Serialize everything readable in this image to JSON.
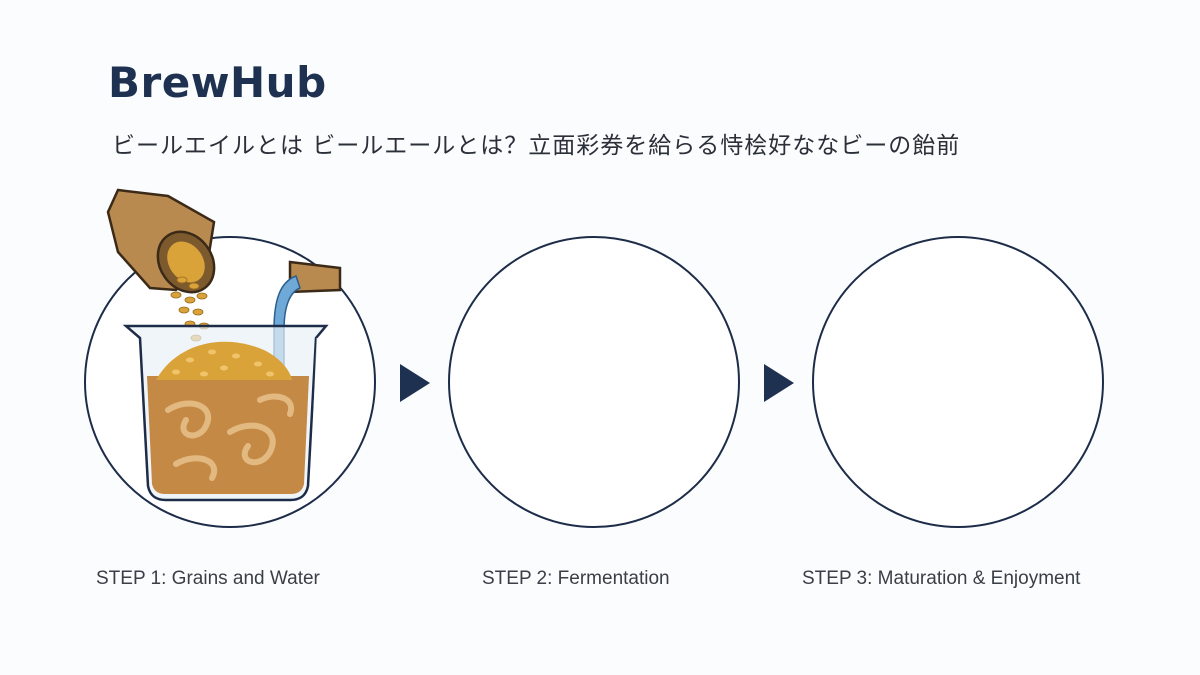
{
  "header": {
    "brand": "BrewHub",
    "subtitle": "ビールエイルとは ビールエールとは？立面彩券を給らる恃桧好ななビーの飴前"
  },
  "steps": [
    {
      "label": "STEP 1: Grains and Water",
      "icon": "grains-and-water-icon"
    },
    {
      "label": "STEP 2: Fermentation",
      "icon": ""
    },
    {
      "label": "STEP 3: Maturation & Enjoyment",
      "icon": ""
    }
  ],
  "colors": {
    "brand": "#1e3150",
    "circle_border": "#1d2c48",
    "arrow": "#1e3150",
    "grain": "#d9a33a",
    "wort": "#c48a45",
    "water": "#6fa9d8",
    "sack": "#b98a4f"
  }
}
